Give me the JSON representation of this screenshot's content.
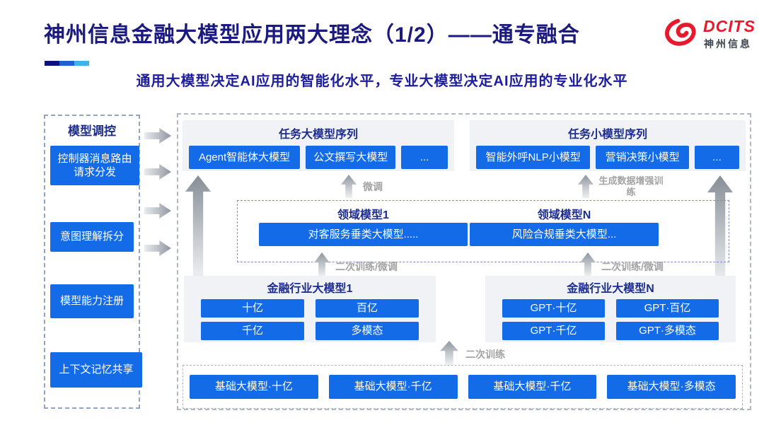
{
  "colors": {
    "brand_red": "#e8192c",
    "box_blue": "#146be8",
    "navy_heading": "#1c2d8f",
    "title_navy": "#1b1a7e",
    "accent_segments": [
      "#0c117e",
      "#1e5fd6",
      "#3bb4e8"
    ]
  },
  "header": {
    "title": "神州信息金融大模型应用两大理念（1/2）——通专融合",
    "subtitle": "通用大模型决定AI应用的智能化水平，专业大模型决定AI应用的专业化水平",
    "logo": {
      "brand": "DCITS",
      "company": "神州信息"
    }
  },
  "sidebar": {
    "title": "模型调控",
    "items": [
      "控制器消息路由请求分发",
      "意图理解拆分",
      "模型能力注册",
      "上下文记忆共享"
    ]
  },
  "diagram": {
    "task_large": {
      "title": "任务大模型序列",
      "boxes": [
        "Agent智能体大模型",
        "公文撰写大模型",
        "..."
      ]
    },
    "task_small": {
      "title": "任务小模型序列",
      "boxes": [
        "智能外呼NLP小模型",
        "营销决策小模型",
        "..."
      ]
    },
    "arrows": {
      "fine_tune": "微调",
      "augment": "生成数据增强训练",
      "retrain_left": "二次训练/微调",
      "retrain_right": "二次训练/微调",
      "retrain_base": "二次训练"
    },
    "domain": {
      "groups": [
        {
          "title": "领域模型1",
          "box": "对客服务垂类大模型....."
        },
        {
          "title": "领域模型N",
          "box": "风险合规垂类大模型..."
        }
      ]
    },
    "industry": [
      {
        "title": "金融行业大模型1",
        "boxes": [
          "十亿",
          "百亿",
          "千亿",
          "多模态"
        ]
      },
      {
        "title": "金融行业大模型N",
        "boxes": [
          "GPT·十亿",
          "GPT·百亿",
          "GPT·千亿",
          "GPT·多模态"
        ]
      }
    ],
    "base": {
      "boxes": [
        "基础大模型·十亿",
        "基础大模型·千亿",
        "基础大模型·千亿",
        "基础大模型·多模态"
      ]
    }
  }
}
